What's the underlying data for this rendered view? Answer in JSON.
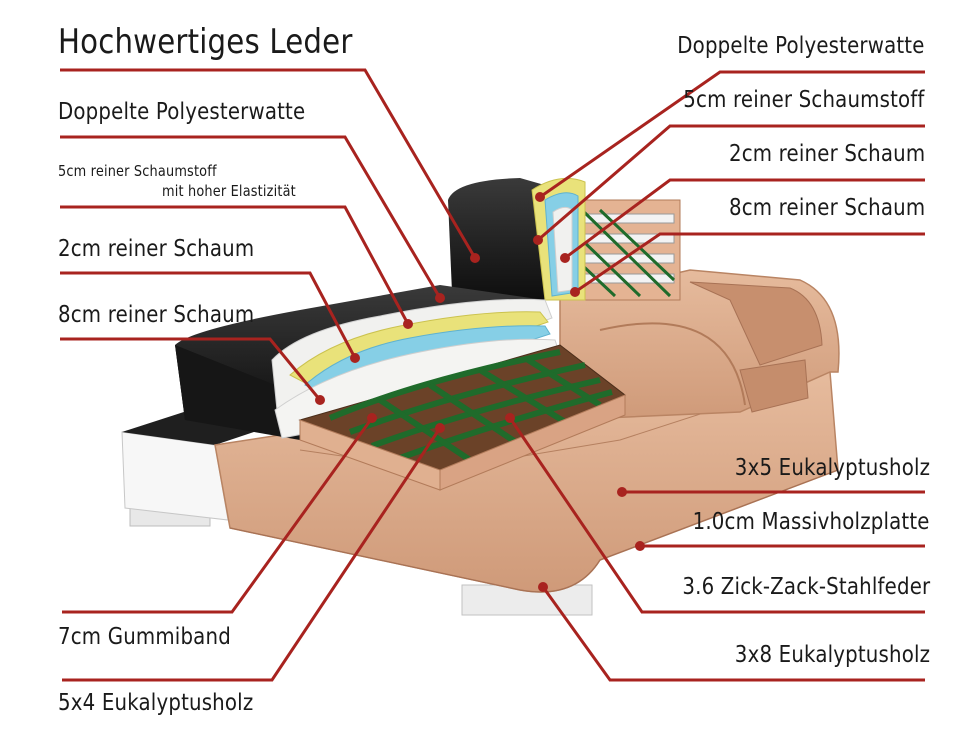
{
  "labels": {
    "left": [
      "Hochwertiges Leder",
      "Doppelte Polyesterwatte",
      "5cm reiner Schaumstoff",
      "mit hoher Elastizität",
      "2cm reiner Schaum",
      "8cm reiner Schaum",
      "7cm Gummiband",
      "5x4 Eukalyptusholz"
    ],
    "right": [
      "Doppelte Polyesterwatte",
      "5cm reiner Schaumstoff",
      "2cm reiner Schaum",
      "8cm reiner Schaum",
      "3x5 Eukalyptusholz",
      "1.0cm Massivholzplatte",
      "3.6 Zick-Zack-Stahlfeder",
      "3x8 Eukalyptusholz"
    ]
  },
  "colors": {
    "leader_line": "#a8231f",
    "text": "#1a1a1a",
    "leather": "#1c1c1c",
    "wood_frame": "#d9a98a",
    "foam_white": "#f1f1ef",
    "foam_yellow": "#e9e27a",
    "foam_blue": "#86cfe6",
    "spring_green": "#1f6b2b",
    "slat_brown": "#5a3a22"
  }
}
